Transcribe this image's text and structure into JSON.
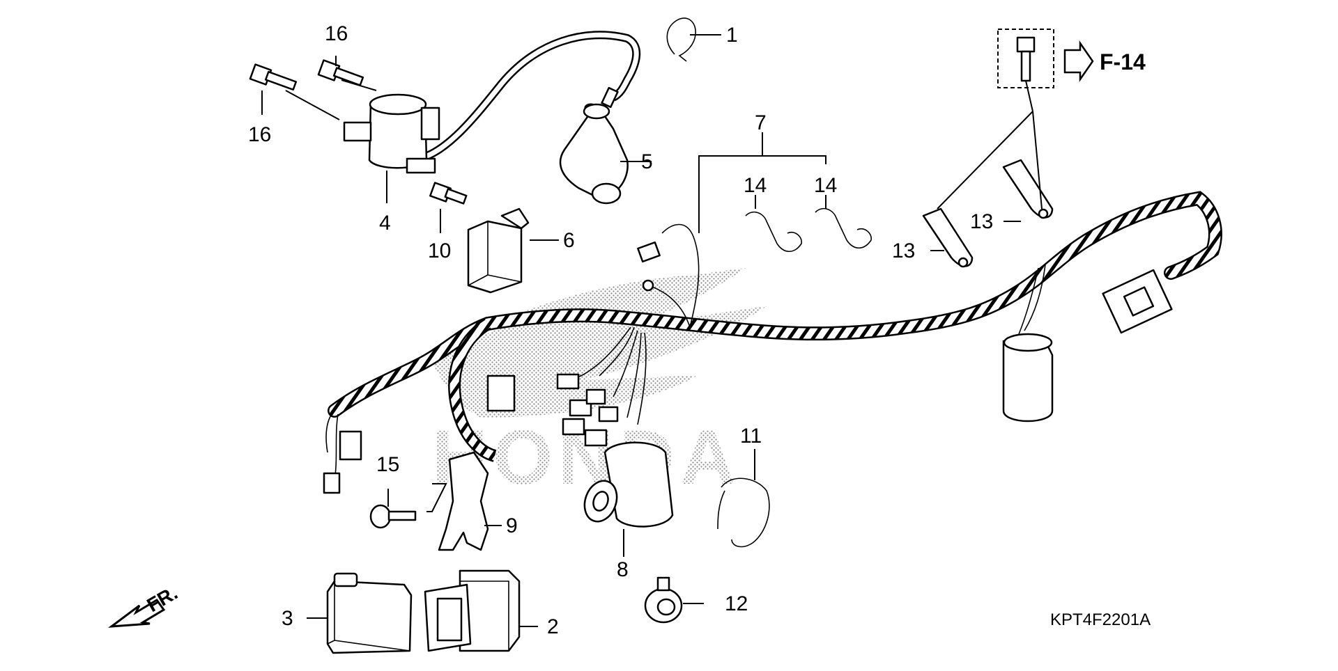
{
  "diagram": {
    "code": "KPT4F2201A",
    "reference": "F-14",
    "front_marker": "FR."
  },
  "callouts": [
    {
      "id": "c1",
      "text": "1"
    },
    {
      "id": "c2",
      "text": "2"
    },
    {
      "id": "c3",
      "text": "3"
    },
    {
      "id": "c4",
      "text": "4"
    },
    {
      "id": "c5",
      "text": "5"
    },
    {
      "id": "c6",
      "text": "6"
    },
    {
      "id": "c7",
      "text": "7"
    },
    {
      "id": "c8",
      "text": "8"
    },
    {
      "id": "c9",
      "text": "9"
    },
    {
      "id": "c10",
      "text": "10"
    },
    {
      "id": "c11",
      "text": "11"
    },
    {
      "id": "c12",
      "text": "12"
    },
    {
      "id": "c13a",
      "text": "13"
    },
    {
      "id": "c13b",
      "text": "13"
    },
    {
      "id": "c14a",
      "text": "14"
    },
    {
      "id": "c14b",
      "text": "14"
    },
    {
      "id": "c15",
      "text": "15"
    },
    {
      "id": "c16a",
      "text": "16"
    },
    {
      "id": "c16b",
      "text": "16"
    }
  ],
  "watermark": "HONDA"
}
